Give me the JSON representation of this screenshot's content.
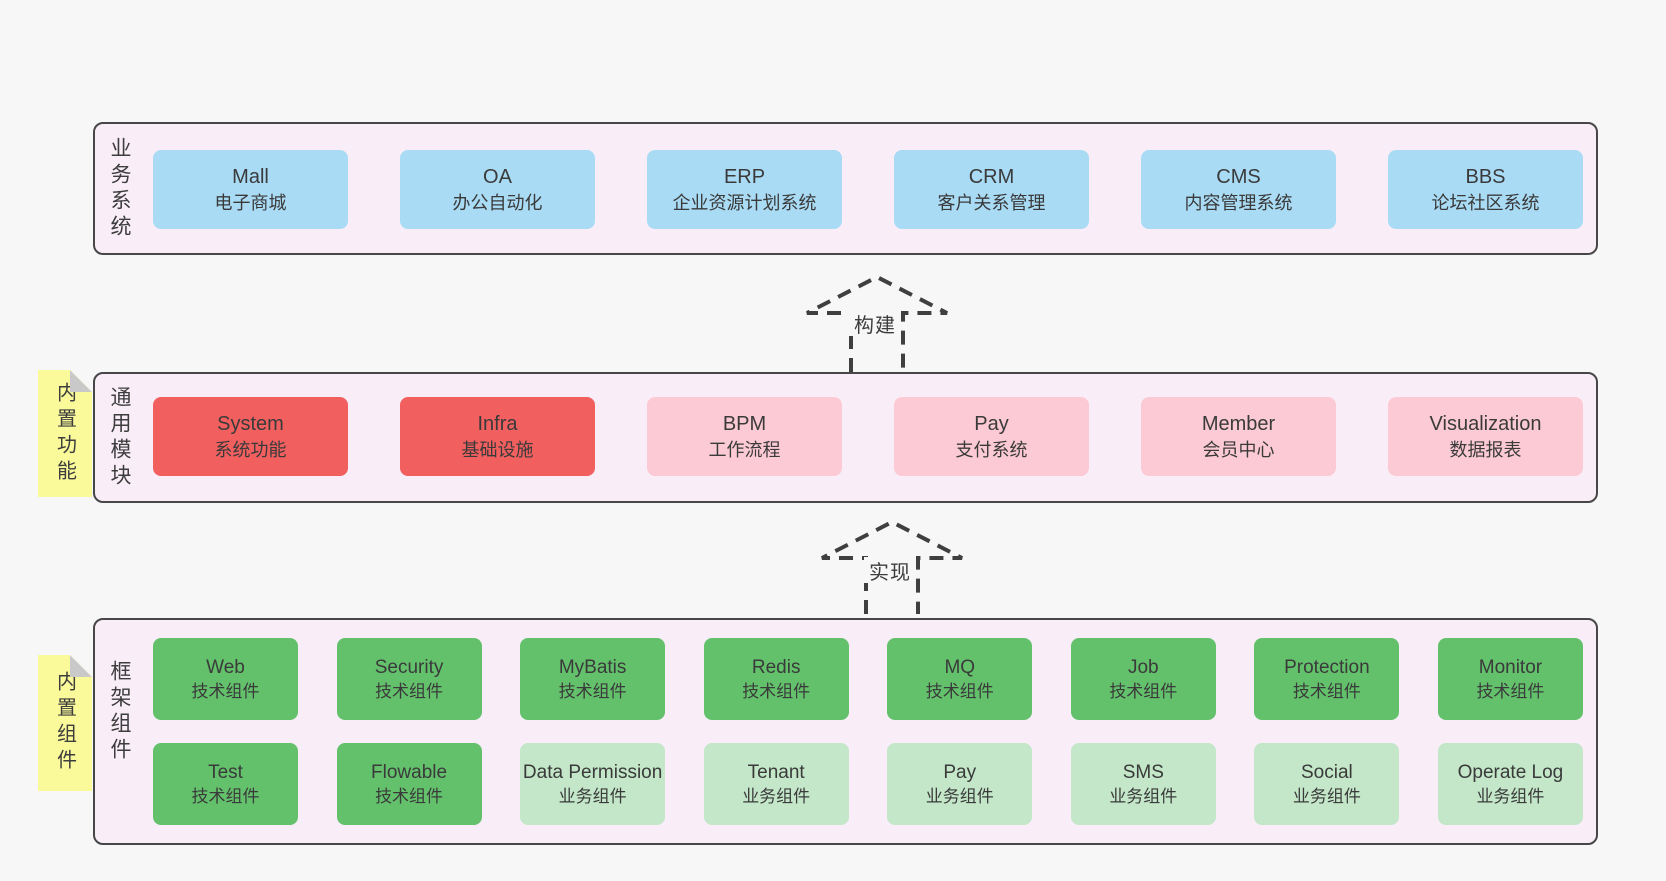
{
  "colors": {
    "blue": "#a9dbf5",
    "red": "#f25f5f",
    "pink": "#fccad4",
    "green": "#63c16c",
    "lightgreen": "#c3e7c8",
    "container_bg": "#f9eef8",
    "note_yellow": "#fbfa9b",
    "page_bg": "#f7f7f7",
    "line": "#3f3f3f"
  },
  "arrows": [
    {
      "id": "build",
      "label": "构建"
    },
    {
      "id": "impl",
      "label": "实现"
    }
  ],
  "layers": [
    {
      "id": "business",
      "label": "业务系统",
      "note": null,
      "rows": [
        [
          {
            "title": "Mall",
            "subtitle": "电子商城",
            "color": "blue"
          },
          {
            "title": "OA",
            "subtitle": "办公自动化",
            "color": "blue"
          },
          {
            "title": "ERP",
            "subtitle": "企业资源计划系统",
            "color": "blue"
          },
          {
            "title": "CRM",
            "subtitle": "客户关系管理",
            "color": "blue"
          },
          {
            "title": "CMS",
            "subtitle": "内容管理系统",
            "color": "blue"
          },
          {
            "title": "BBS",
            "subtitle": "论坛社区系统",
            "color": "blue"
          }
        ]
      ]
    },
    {
      "id": "modules",
      "label": "通用模块",
      "note": "内置功能",
      "rows": [
        [
          {
            "title": "System",
            "subtitle": "系统功能",
            "color": "red"
          },
          {
            "title": "Infra",
            "subtitle": "基础设施",
            "color": "red"
          },
          {
            "title": "BPM",
            "subtitle": "工作流程",
            "color": "pink"
          },
          {
            "title": "Pay",
            "subtitle": "支付系统",
            "color": "pink"
          },
          {
            "title": "Member",
            "subtitle": "会员中心",
            "color": "pink"
          },
          {
            "title": "Visualization",
            "subtitle": "数据报表",
            "color": "pink"
          }
        ]
      ]
    },
    {
      "id": "components",
      "label": "框架组件",
      "note": "内置组件",
      "rows": [
        [
          {
            "title": "Web",
            "subtitle": "技术组件",
            "color": "green"
          },
          {
            "title": "Security",
            "subtitle": "技术组件",
            "color": "green"
          },
          {
            "title": "MyBatis",
            "subtitle": "技术组件",
            "color": "green"
          },
          {
            "title": "Redis",
            "subtitle": "技术组件",
            "color": "green"
          },
          {
            "title": "MQ",
            "subtitle": "技术组件",
            "color": "green"
          },
          {
            "title": "Job",
            "subtitle": "技术组件",
            "color": "green"
          },
          {
            "title": "Protection",
            "subtitle": "技术组件",
            "color": "green"
          },
          {
            "title": "Monitor",
            "subtitle": "技术组件",
            "color": "green"
          }
        ],
        [
          {
            "title": "Test",
            "subtitle": "技术组件",
            "color": "green"
          },
          {
            "title": "Flowable",
            "subtitle": "技术组件",
            "color": "green"
          },
          {
            "title": "Data Permission",
            "subtitle": "业务组件",
            "color": "lightgreen"
          },
          {
            "title": "Tenant",
            "subtitle": "业务组件",
            "color": "lightgreen"
          },
          {
            "title": "Pay",
            "subtitle": "业务组件",
            "color": "lightgreen"
          },
          {
            "title": "SMS",
            "subtitle": "业务组件",
            "color": "lightgreen"
          },
          {
            "title": "Social",
            "subtitle": "业务组件",
            "color": "lightgreen"
          },
          {
            "title": "Operate Log",
            "subtitle": "业务组件",
            "color": "lightgreen"
          }
        ]
      ]
    }
  ]
}
